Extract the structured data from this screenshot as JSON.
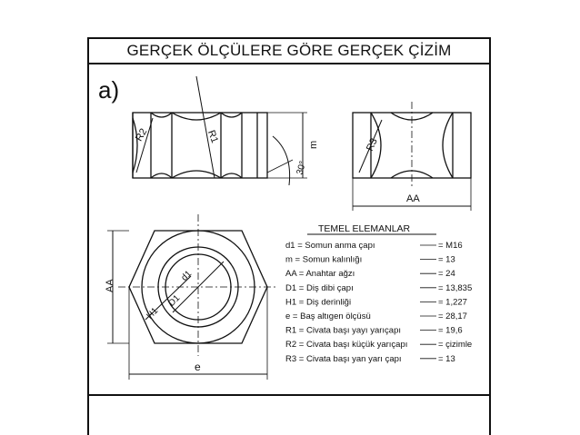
{
  "title": "GERÇEK ÖLÇÜLERE GÖRE GERÇEK ÇİZİM",
  "part_label": "a)",
  "labels": {
    "r1": "R1",
    "r2": "R2",
    "r3": "R3",
    "m": "m",
    "angle": "30°",
    "aa_bottom": "AA",
    "aa_side": "AA",
    "e": "e",
    "d1": "d1",
    "D1": "D1",
    "H1": "H1"
  },
  "table": {
    "title": "TEMEL ELEMANLAR",
    "rows": [
      {
        "name": "d1 = Somun anma çapı",
        "value": "= M16"
      },
      {
        "name": "m = Somun  kalınlığı",
        "value": "= 13"
      },
      {
        "name": "AA = Anahtar ağzı",
        "value": "= 24"
      },
      {
        "name": "D1 = Diş dibi çapı",
        "value": "= 13,835"
      },
      {
        "name": "H1 = Diş derinliği",
        "value": "= 1,227"
      },
      {
        "name": "e = Baş altıgen ölçüsü",
        "value": "= 28,17"
      },
      {
        "name": "R1 = Civata başı yayı yarıçapı",
        "value": "= 19,6"
      },
      {
        "name": "R2 = Civata başı küçük yarıçapı",
        "value": "= çizimle"
      },
      {
        "name": "R3 = Civata başı yan yarı çapı",
        "value": "= 13"
      }
    ]
  }
}
